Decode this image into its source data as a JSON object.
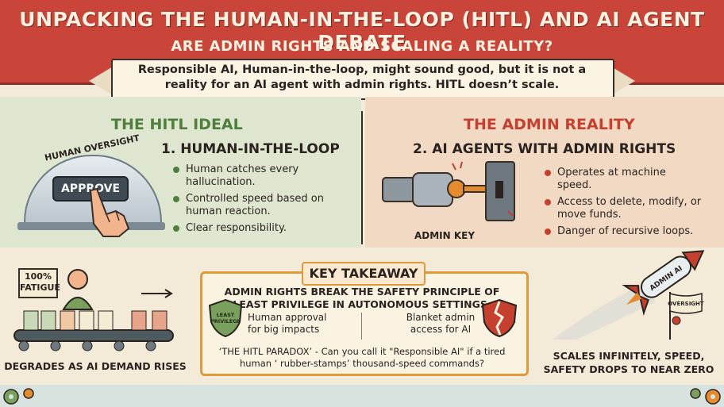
{
  "header": {
    "title": "UNPACKING THE HUMAN-IN-THE-LOOP (HITL) AND AI AGENT DEBATE",
    "subtitle": "ARE ADMIN RIGHTS AND SCALING A REALITY?",
    "intro_line1": "Responsible AI, Human-in-the-loop, might sound good, but it is not a",
    "intro_line2": "reality for an AI agent with admin rights. HITL doesn’t scale."
  },
  "ideal": {
    "heading": "THE HITL IDEAL",
    "oversight_label": "HUMAN OVERSIGHT",
    "approve_label": "APPROVE",
    "subhead": "1. HUMAN-IN-THE-LOOP",
    "bullets": [
      "Human catches every hallucination.",
      "Controlled speed based on human reaction.",
      "Clear responsibility."
    ]
  },
  "admin": {
    "heading": "THE ADMIN REALITY",
    "subhead": "2. AI AGENTS WITH ADMIN RIGHTS",
    "key_label": "ADMIN KEY",
    "bullets": [
      "Operates at machine speed.",
      "Access to delete, modify, or move funds.",
      "Danger of recursive loops."
    ]
  },
  "fatigue": {
    "sign_line1": "100%",
    "sign_line2": "FATIGUE",
    "caption": "DEGRADES AS AI DEMAND RISES"
  },
  "takeaway": {
    "tag": "KEY TAKEAWAY",
    "main_line1": "ADMIN RIGHTS BREAK THE SAFETY PRINCIPLE OF",
    "main_line2": "LEAST PRIVILEGE IN AUTONOMOUS SETTINGS.",
    "shield_line1": "LEAST",
    "shield_line2": "PRIVILEGE",
    "human_approval_line1": "Human approval",
    "human_approval_line2": "for big impacts",
    "blanket_line1": "Blanket admin",
    "blanket_line2": "access for AI",
    "paradox_line1": "‘THE HITL PARADOX’ - Can you call it \"Responsible AI\" if a tired",
    "paradox_line2": "human ‘ rubber-stamps’ thousand-speed commands?"
  },
  "rocket": {
    "rocket_label": "ADMIN AI",
    "flag_label": "OVERSIGHT",
    "caption_line1": "SCALES INFINITELY, SPEED,",
    "caption_line2": "SAFETY DROPS TO NEAR ZERO"
  },
  "colors": {
    "banner": "#c9453a",
    "ideal_green": "#4f7f3c",
    "admin_red": "#c5402f",
    "takeaway_orange": "#e09a3b"
  }
}
